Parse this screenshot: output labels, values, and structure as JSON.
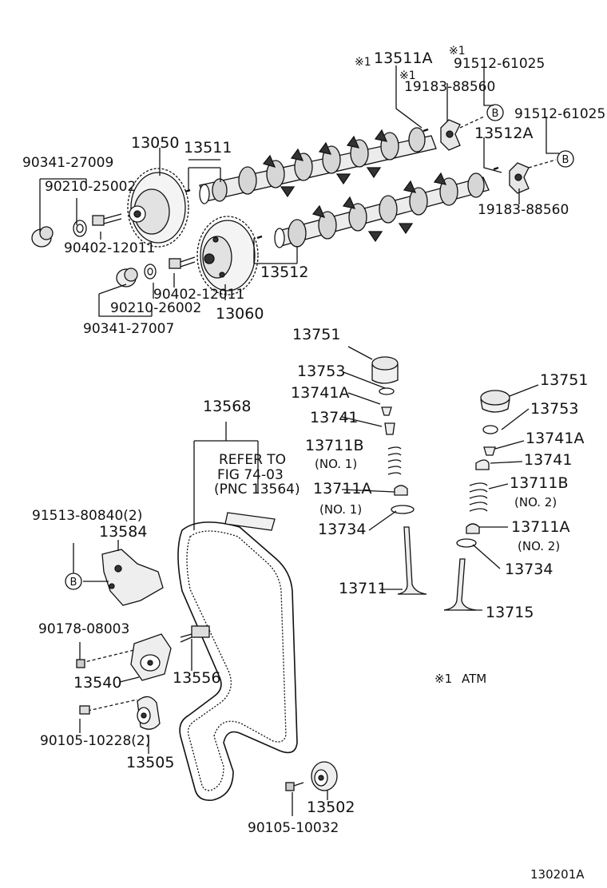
{
  "diagram": {
    "part_numbers": {
      "p13511a": "13511A",
      "p91512_top": "91512-61025",
      "p19183_top": "19183-88560",
      "p91512_right": "91512-61025",
      "p13512a": "13512A",
      "p19183_right": "19183-88560",
      "p13050": "13050",
      "p13511": "13511",
      "p90341_27009": "90341-27009",
      "p90210_25002": "90210-25002",
      "p90402_upper": "90402-12011",
      "p13512": "13512",
      "p90402_lower": "90402-12011",
      "p90210_26002": "90210-26002",
      "p13060": "13060",
      "p90341_27007": "90341-27007",
      "p13751_left": "13751",
      "p13753_left": "13753",
      "p13741a_left": "13741A",
      "p13741_left": "13741",
      "p13711b_left": "13711B",
      "p13711a_left": "13711A",
      "p13734_left": "13734",
      "p13711": "13711",
      "p13751_right": "13751",
      "p13753_right": "13753",
      "p13741a_right": "13741A",
      "p13741_right": "13741",
      "p13711b_right": "13711B",
      "p13711a_right": "13711A",
      "p13734_right": "13734",
      "p13715": "13715",
      "p13568": "13568",
      "p91513": "91513-80840(2)",
      "p13584": "13584",
      "p90178": "90178-08003",
      "p13540": "13540",
      "p13556": "13556",
      "p90105_10228": "90105-10228(2)",
      "p13505": "13505",
      "p13502": "13502",
      "p90105_10032": "90105-10032"
    },
    "qualifiers": {
      "no1_a": "(NO. 1)",
      "no1_b": "(NO. 1)",
      "no2_a": "(NO. 2)",
      "no2_b": "(NO. 2)"
    },
    "refer_note": {
      "line1": "REFER TO",
      "line2": "FIG 74-03",
      "line3": "(PNC 13564)"
    },
    "markers": {
      "note_mark_1": "※1",
      "note_mark_2": "※1",
      "note_mark_3": "※1",
      "connector_b": "B"
    },
    "footnote": {
      "mark": "※1",
      "text": "ATM"
    },
    "figure_id": "130201A"
  }
}
